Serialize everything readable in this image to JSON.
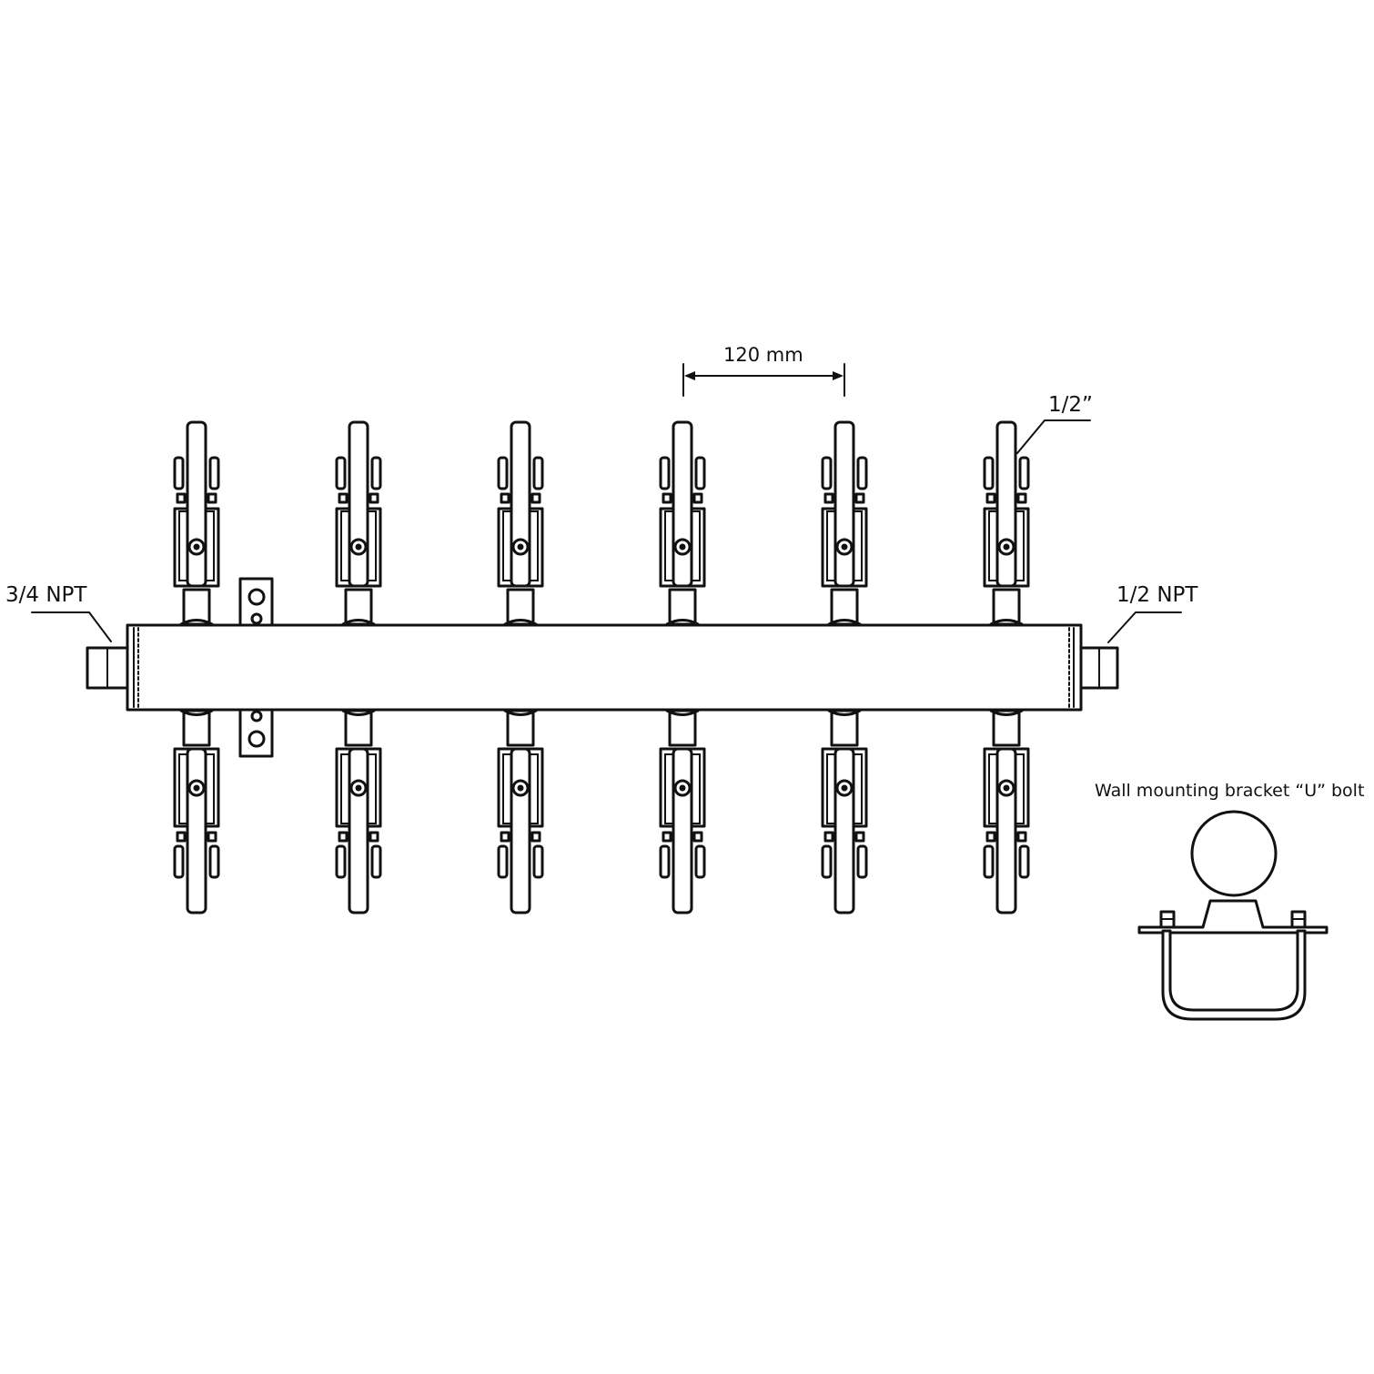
{
  "labels": {
    "spacing": "120 mm",
    "outlet_size": "1/2”",
    "inlet": "3/4 NPT",
    "outlet": "1/2 NPT",
    "bracket": "Wall mounting bracket “U” bolt"
  },
  "manifold": {
    "outlets_per_side": 6,
    "sides": [
      "top",
      "bottom"
    ]
  },
  "colors": {
    "line": "#111111",
    "background": "#ffffff"
  }
}
